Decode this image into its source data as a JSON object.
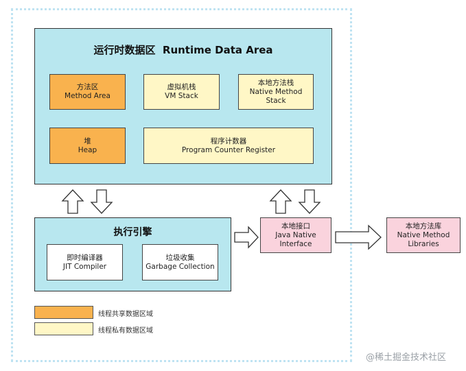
{
  "runtime_area": {
    "title": "运行时数据区  Runtime Data Area",
    "method_area": {
      "zh": "方法区",
      "en": "Method Area"
    },
    "vm_stack": {
      "zh": "虚拟机栈",
      "en": "VM Stack"
    },
    "native_stack": {
      "zh": "本地方法栈",
      "en1": "Native Method",
      "en2": "Stack"
    },
    "heap": {
      "zh": "堆",
      "en": "Heap"
    },
    "pc_register": {
      "zh": "程序计数器",
      "en": "Program Counter Register"
    }
  },
  "engine": {
    "title": "执行引擎",
    "jit": {
      "zh": "即时编译器",
      "en": "JIT Compiler"
    },
    "gc": {
      "zh": "垃圾收集",
      "en": "Garbage Collection"
    }
  },
  "jni": {
    "zh": "本地接口",
    "en1": "Java Native",
    "en2": "Interface"
  },
  "native_lib": {
    "zh": "本地方法库",
    "en1": "Native Method",
    "en2": "Libraries"
  },
  "legend": [
    {
      "label": "线程共享数据区域",
      "color": "#f9b24e"
    },
    {
      "label": "线程私有数据区域",
      "color": "#fff7c6"
    }
  ],
  "watermark": "@稀土掘金技术社区",
  "colors": {
    "panel": "#b8e7ef",
    "shared": "#f9b24e",
    "private": "#fff7c6",
    "interface": "#fad3dd",
    "frame": "#bfe3f2"
  }
}
